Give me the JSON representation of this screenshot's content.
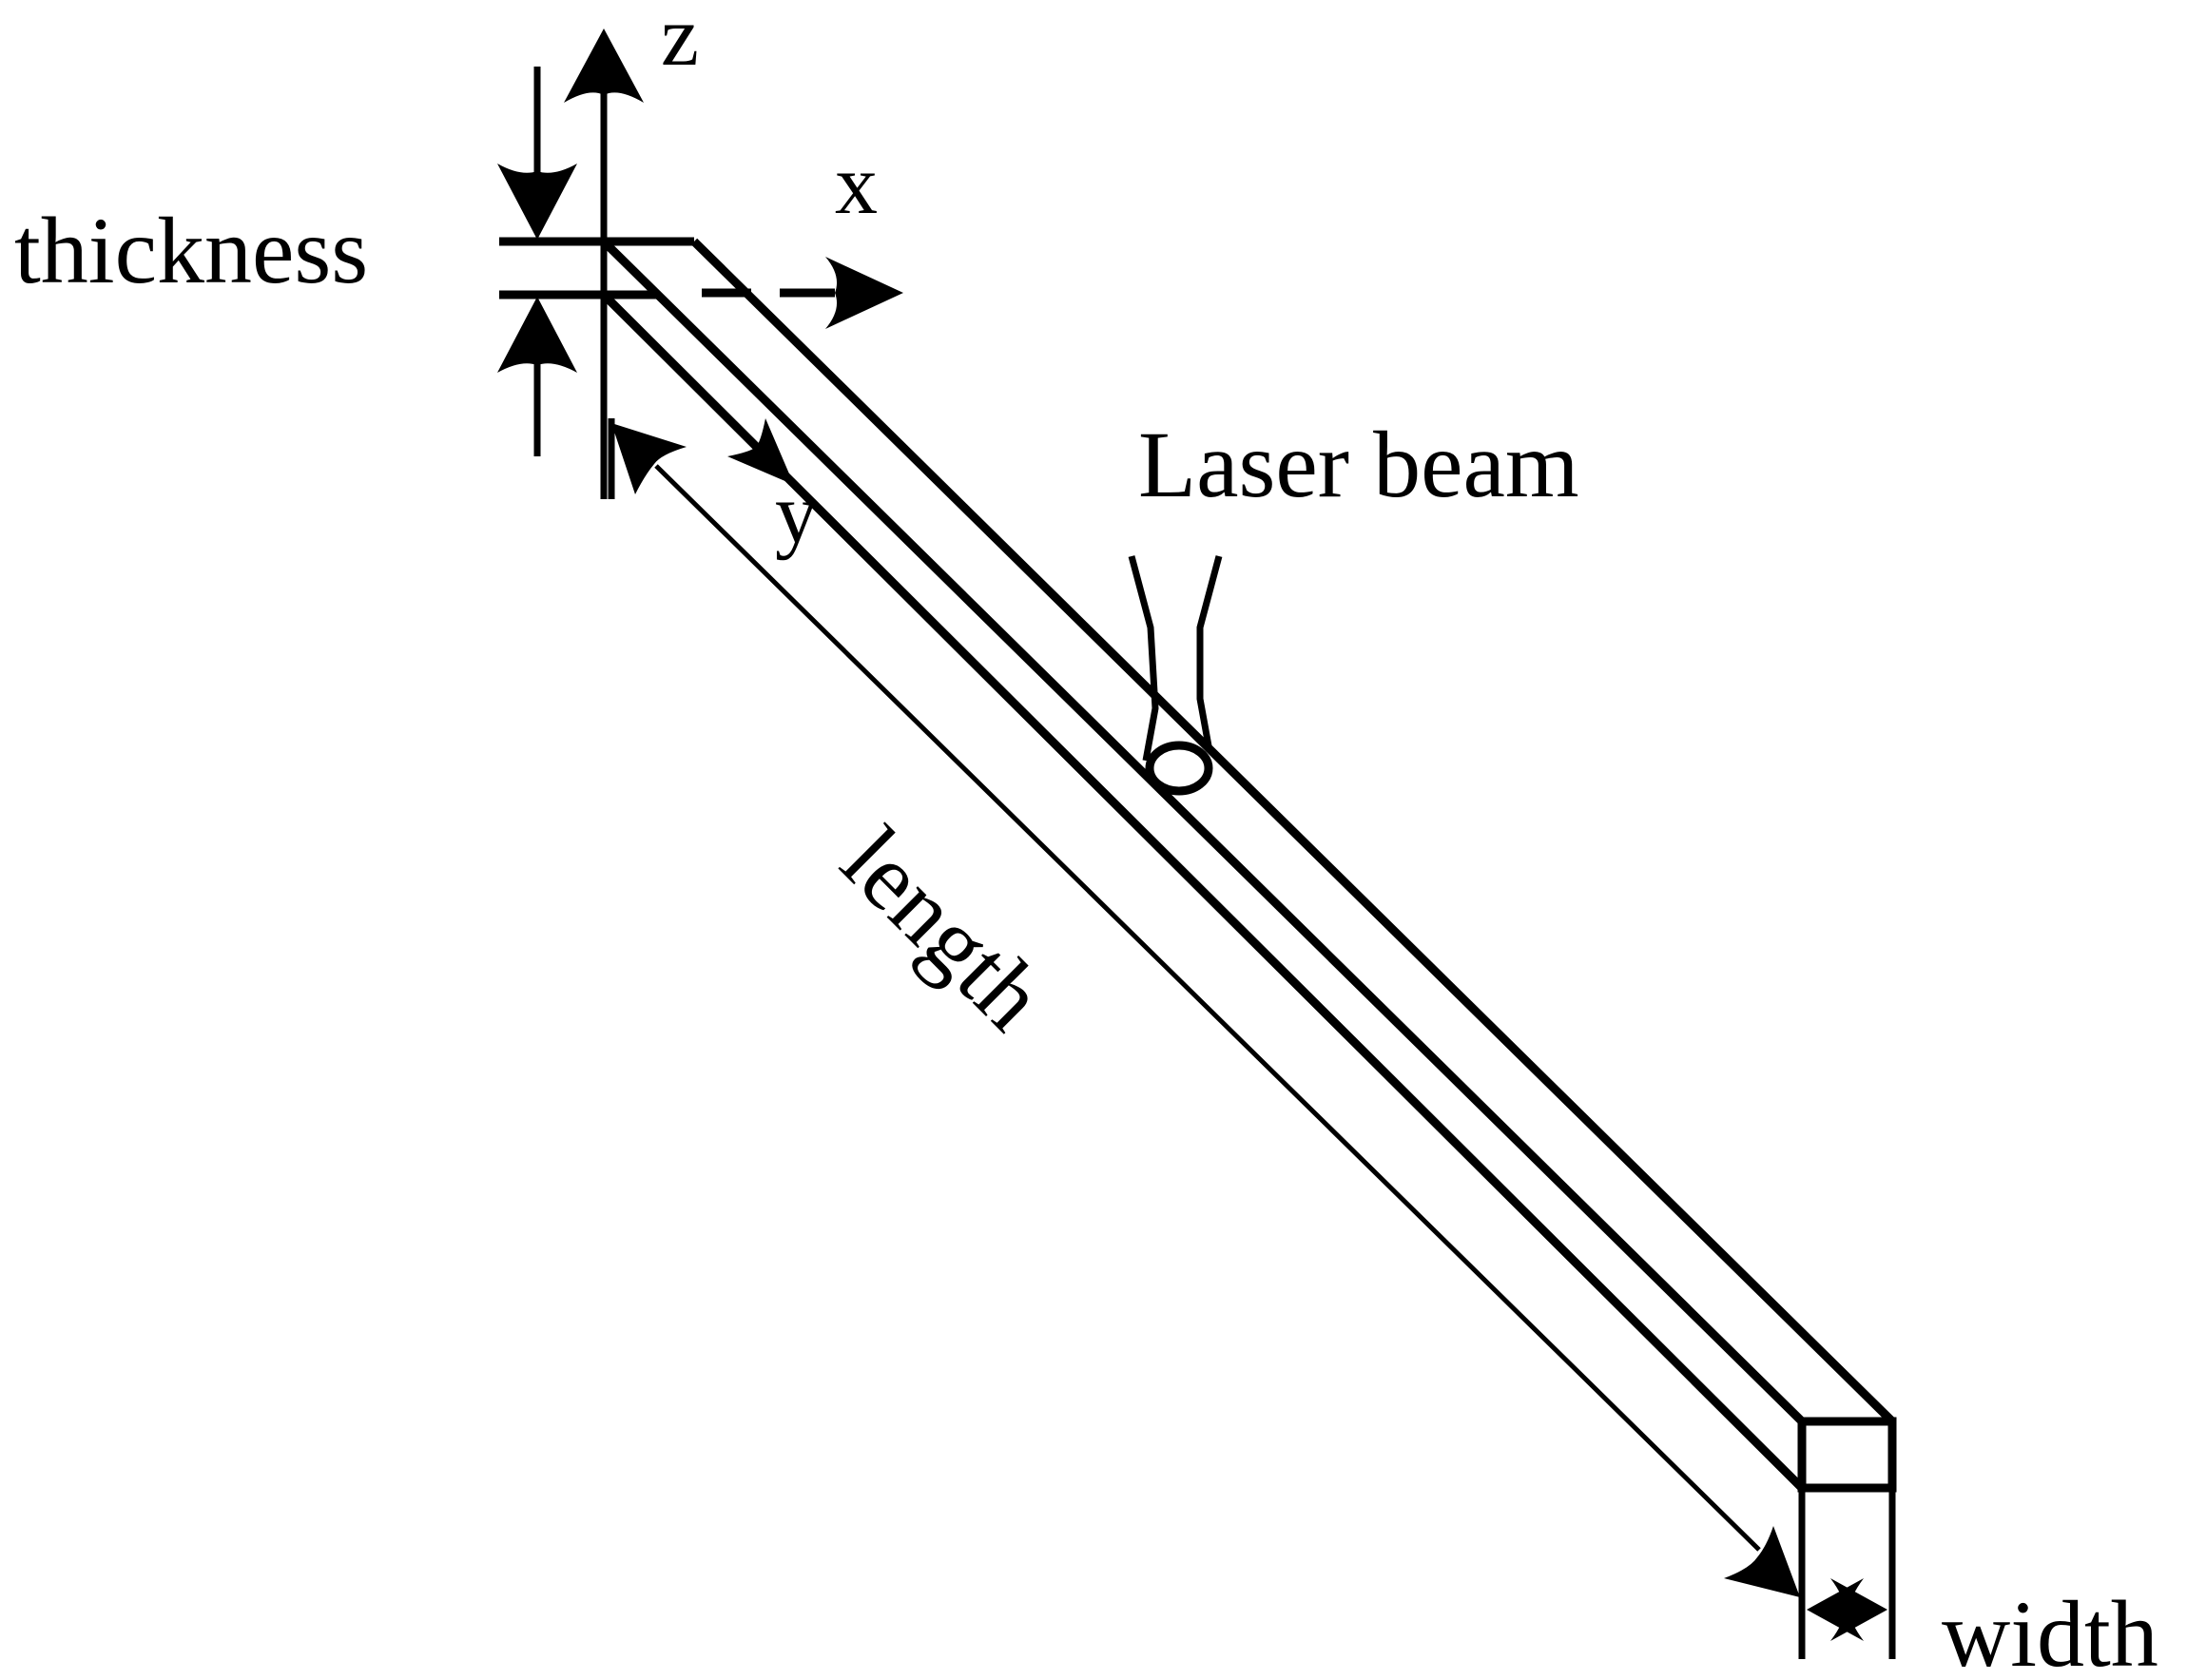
{
  "labels": {
    "axis_z": "z",
    "axis_x": "x",
    "axis_y": "y",
    "thickness": "thickness",
    "laser_beam": "Laser beam",
    "length": "length",
    "width": "width"
  },
  "colors": {
    "ink": "#000000",
    "background": "#ffffff"
  }
}
